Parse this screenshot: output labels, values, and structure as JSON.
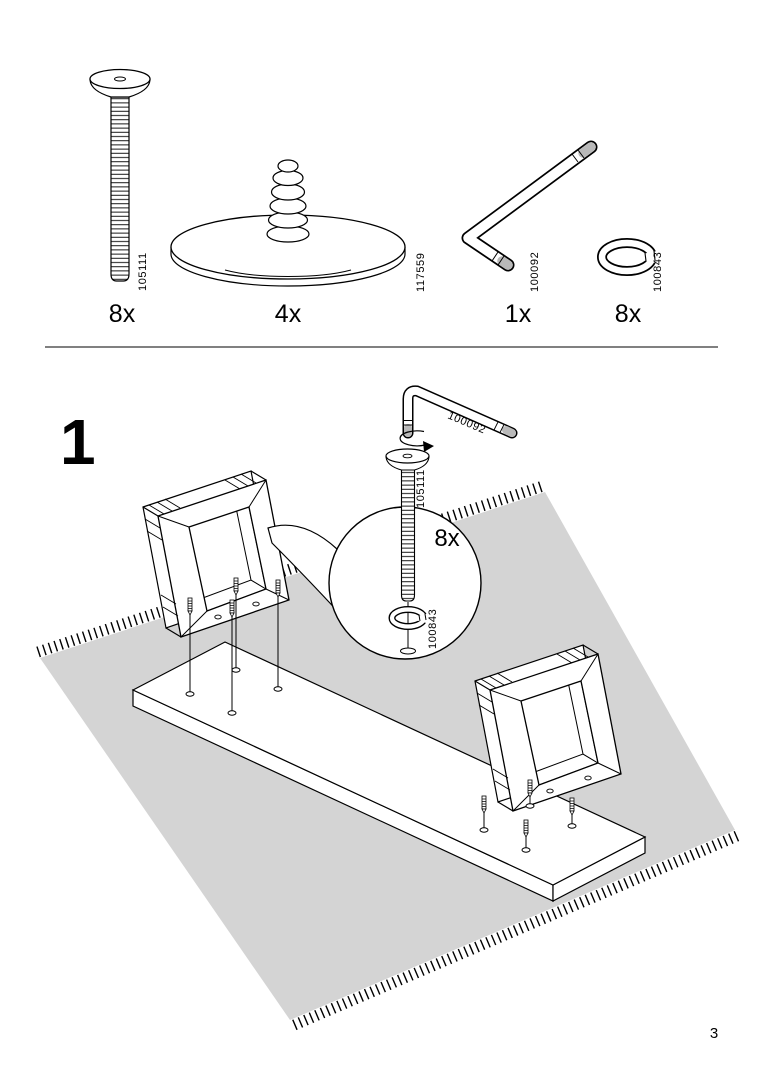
{
  "document": {
    "page_number": "3"
  },
  "parts_inventory": {
    "items": [
      {
        "name": "bolt",
        "part_id": "105111",
        "quantity": "8x"
      },
      {
        "name": "foot-glide",
        "part_id": "117559",
        "quantity": "4x"
      },
      {
        "name": "allen-key",
        "part_id": "100092",
        "quantity": "1x"
      },
      {
        "name": "lock-washer",
        "part_id": "100843",
        "quantity": "8x"
      }
    ]
  },
  "step": {
    "number": "1",
    "callout": {
      "quantity": "8x",
      "allen_key_id": "100092",
      "bolt_id": "105111",
      "washer_id": "100843"
    }
  },
  "colors": {
    "rug": "#d4d4d4",
    "ink": "#000000",
    "paper": "#ffffff"
  }
}
